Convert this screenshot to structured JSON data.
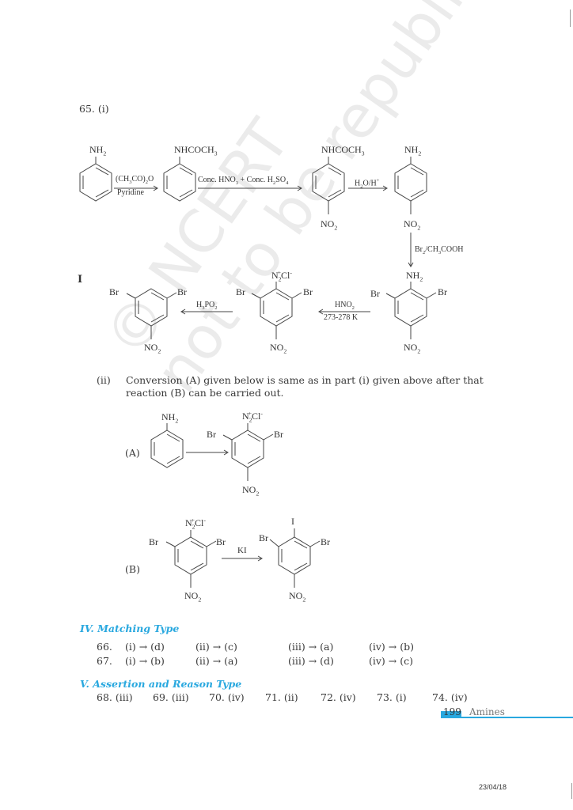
{
  "question_65": {
    "label": "65. (i)",
    "part_i": {
      "compounds": [
        {
          "name": "aniline",
          "substituent_top": "NH2"
        },
        {
          "name": "acetanilide",
          "substituent_top": "NHCOCH3"
        },
        {
          "name": "p-nitroacetanilide",
          "substituent_top": "NHCOCH3",
          "substituent_bottom": "NO2"
        },
        {
          "name": "p-nitroaniline",
          "substituent_top": "NH2",
          "substituent_bottom": "NO2"
        },
        {
          "name": "2,6-dibromo-4-nitroaniline",
          "substituent_top": "NH2",
          "substituent_left": "Br",
          "substituent_right": "Br",
          "substituent_bottom": "NO2"
        },
        {
          "name": "2,6-dibromo-4-nitrobenzenediazonium chloride",
          "substituent_top": "N2+Cl-",
          "substituent_left": "Br",
          "substituent_right": "Br",
          "substituent_bottom": "NO2"
        },
        {
          "name": "3,5-dibromonitrobenzene",
          "substituent_left": "Br",
          "substituent_right": "Br",
          "substituent_bottom": "NO2"
        }
      ],
      "reagents": {
        "step1_top": "(CH3CO)2O",
        "step1_bottom": "Pyridine",
        "step2": "Conc. HNO3 + Conc. H2SO4",
        "step3": "H2O/H+",
        "step4": "Br2/CH3COOH",
        "step5_top": "HNO2",
        "step5_bottom": "273-278 K",
        "step6": "H3PO2"
      },
      "product_marker": "I"
    },
    "part_ii": {
      "label": "(ii)",
      "text_line1": "Conversion (A) given below is same as in part (i) given above after that",
      "text_line2": "reaction (B) can be carried out.",
      "reaction_A": {
        "label": "(A)"
      },
      "reaction_B": {
        "label": "(B)",
        "reagent": "KI",
        "product_top": "I"
      }
    }
  },
  "section_iv": {
    "heading": "IV. Matching Type",
    "rows": [
      {
        "num": "66.",
        "cells": [
          "(i) → (d)",
          "(ii) → (c)",
          "(iii) → (a)",
          "(iv) → (b)"
        ]
      },
      {
        "num": "67.",
        "cells": [
          "(i) → (b)",
          "(ii) → (a)",
          "(iii) → (d)",
          "(iv) → (c)"
        ]
      }
    ]
  },
  "section_v": {
    "heading": "V. Assertion and Reason Type",
    "answers": [
      "68. (iii)",
      "69. (iii)",
      "70. (iv)",
      "71. (ii)",
      "72. (iv)",
      "73. (i)",
      "74. (iv)"
    ]
  },
  "footer": {
    "page_number": "199",
    "chapter": "Amines",
    "date": "23/04/18",
    "accent_color": "#29a8df"
  },
  "watermark": {
    "line1": "© NCERT",
    "line2": "not to be republished"
  }
}
